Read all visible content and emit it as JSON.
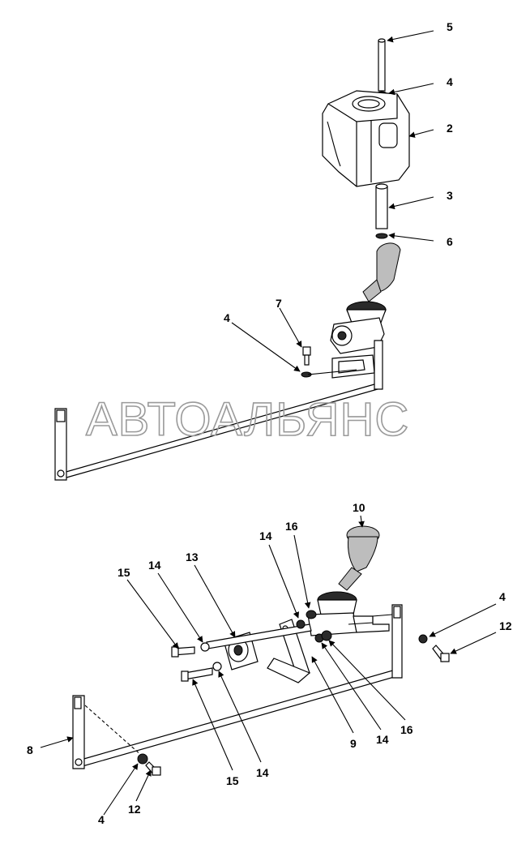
{
  "watermark": "АВТОАЛЬЯНС",
  "callouts": {
    "c5": "5",
    "c4a": "4",
    "c2": "2",
    "c3": "3",
    "c6": "6",
    "c7": "7",
    "c4b": "4",
    "c10": "10",
    "c16a": "16",
    "c14a": "14",
    "c13": "13",
    "c14b": "14",
    "c15a": "15",
    "c4c": "4",
    "c12a": "12",
    "c9": "9",
    "c14c": "14",
    "c16b": "16",
    "c8": "8",
    "c15b": "15",
    "c14d": "14",
    "c4d": "4",
    "c12b": "12"
  }
}
